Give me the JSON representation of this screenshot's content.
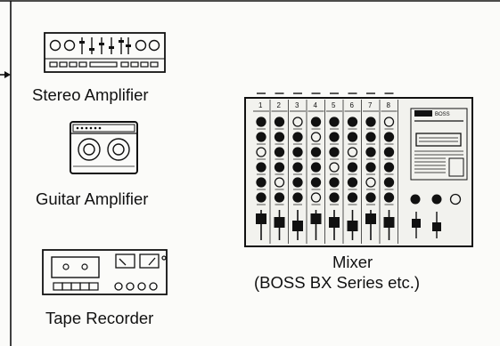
{
  "devices": {
    "stereo_amp": {
      "label": "Stereo Amplifier"
    },
    "guitar_amp": {
      "label": "Guitar Amplifier"
    },
    "tape_recorder": {
      "label": "Tape Recorder"
    },
    "mixer": {
      "label_line1": "Mixer",
      "label_line2": "(BOSS BX Series etc.)",
      "panel_brand": "BOSS",
      "channel_numbers": [
        "1",
        "2",
        "3",
        "4",
        "5",
        "6",
        "7",
        "8"
      ]
    }
  },
  "colors": {
    "ink": "#111111",
    "paper": "#fbfbf9"
  }
}
